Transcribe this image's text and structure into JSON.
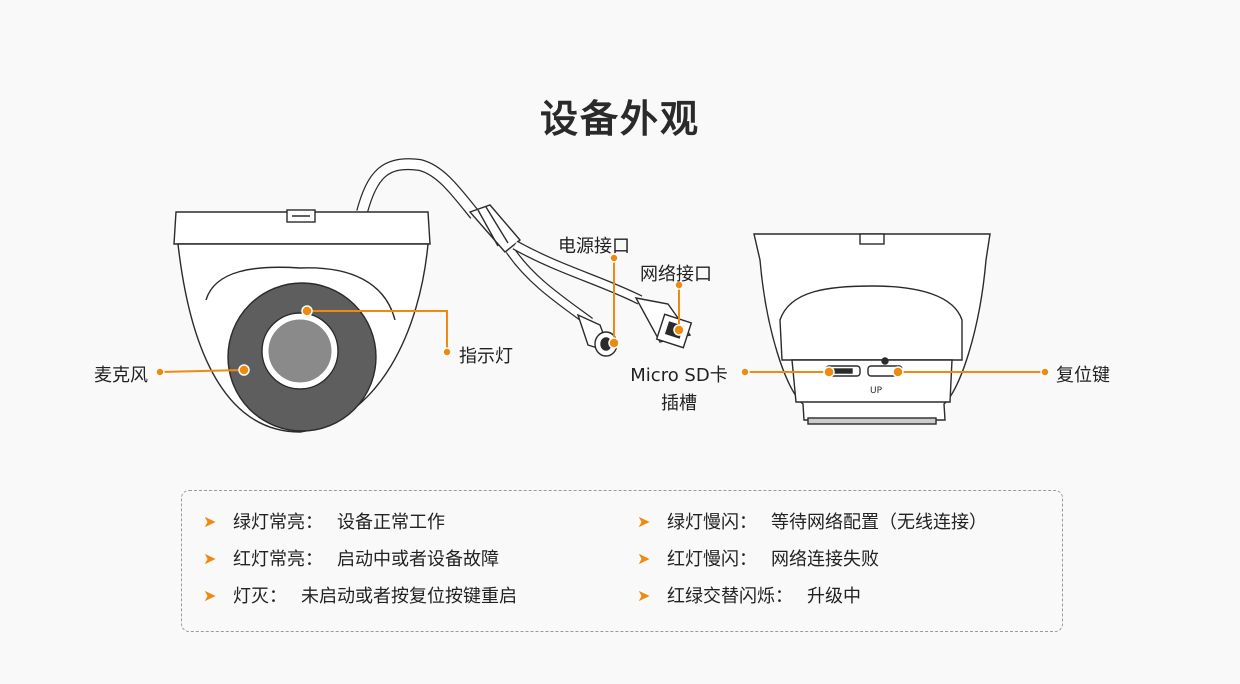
{
  "title": "设备外观",
  "callouts": {
    "microphone": "麦克风",
    "indicator": "指示灯",
    "power_port": "电源接口",
    "network_port": "网络接口",
    "sd_slot_line1": "Micro SD卡",
    "sd_slot_line2": "插槽",
    "reset": "复位键"
  },
  "legend": [
    {
      "key": "绿灯常亮：",
      "desc": "设备正常工作"
    },
    {
      "key": "红灯常亮：",
      "desc": "启动中或者设备故障"
    },
    {
      "key": "灯灭：",
      "desc": "未启动或者按复位按键重启"
    },
    {
      "key": "绿灯慢闪：",
      "desc": "等待网络配置（无线连接）"
    },
    {
      "key": "红灯慢闪：",
      "desc": "网络连接失败"
    },
    {
      "key": "红绿交替闪烁：",
      "desc": "升级中"
    }
  ],
  "icons": {
    "bullet": "arrow-right-icon"
  },
  "colors": {
    "accent": "#ee8a10",
    "outline": "#2b2b2b",
    "lens_ring": "#5e5e5e"
  }
}
